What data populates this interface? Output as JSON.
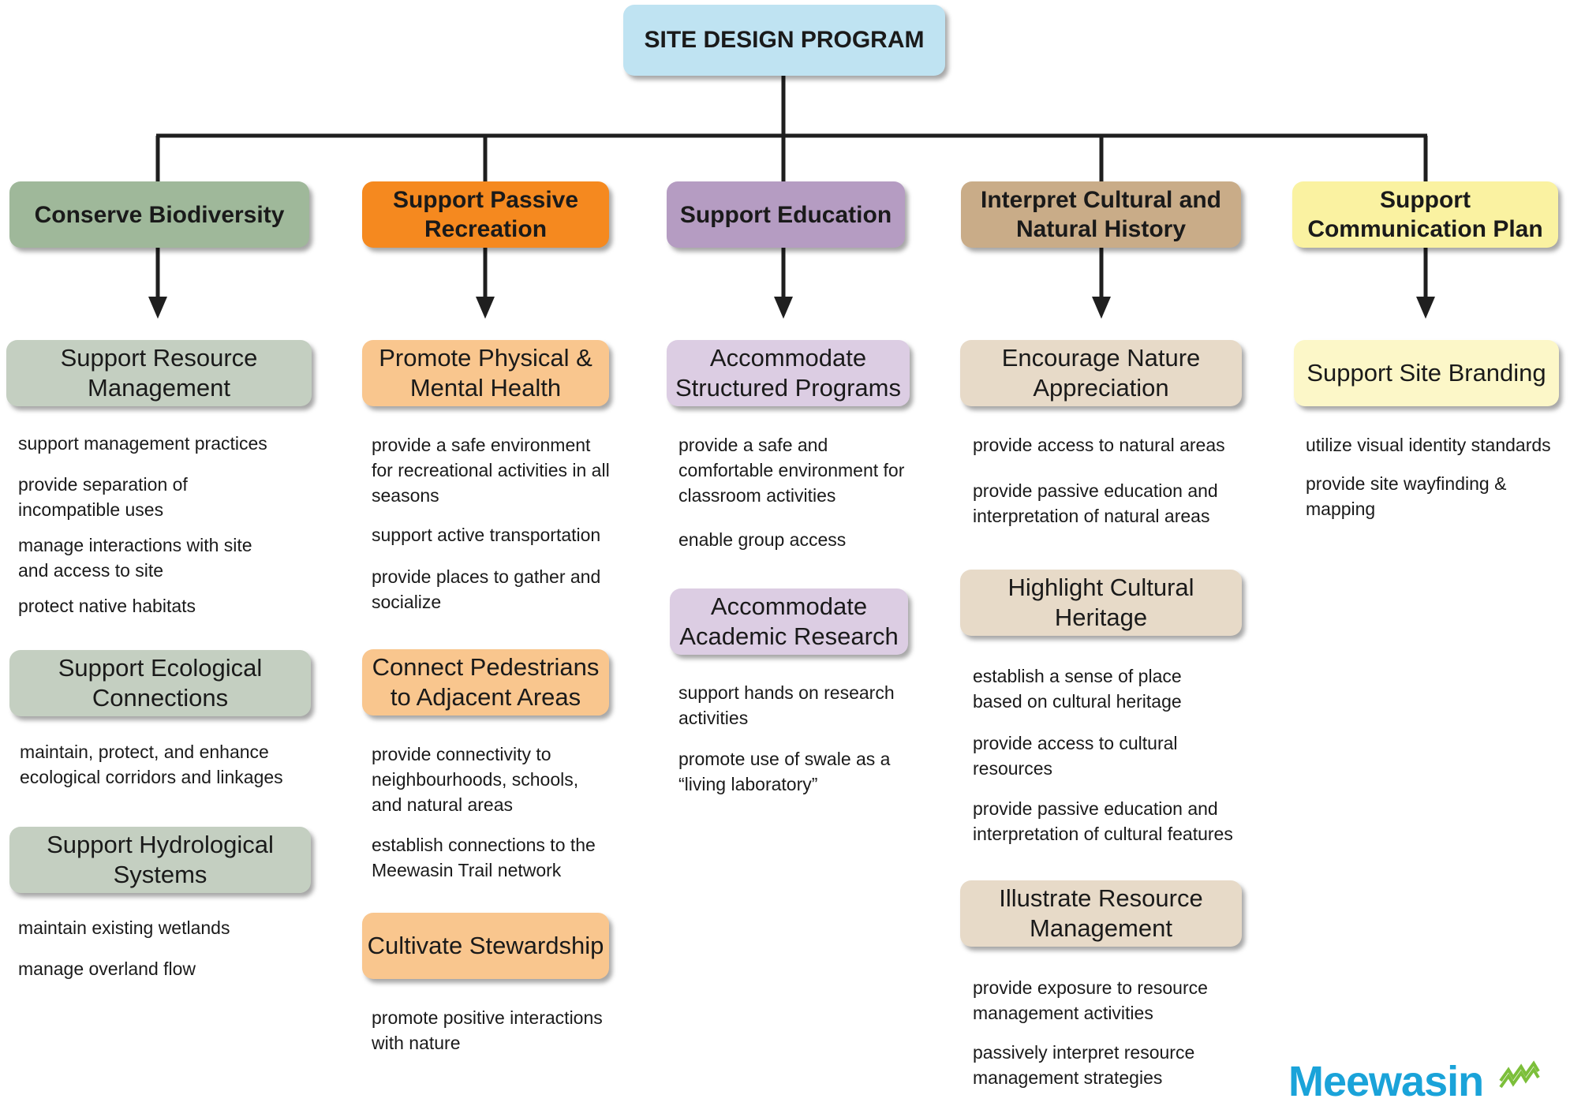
{
  "root": {
    "label": "SITE DESIGN PROGRAM",
    "color": "#bfe3f2"
  },
  "columns": [
    {
      "label": "Conserve Biodiversity",
      "color": "#9fb89a",
      "sub_color": "#c4cfc1",
      "goals": [
        {
          "label": "Support Resource Management",
          "items": [
            "support management practices",
            "provide separation of incompatible uses",
            "manage interactions with site and access to site",
            "protect native habitats"
          ]
        },
        {
          "label": "Support Ecological Connections",
          "items": [
            "maintain, protect, and enhance ecological corridors and linkages"
          ]
        },
        {
          "label": "Support Hydrological Systems",
          "items": [
            "maintain existing wetlands",
            "manage overland flow"
          ]
        }
      ]
    },
    {
      "label": "Support Passive Recreation",
      "color": "#f5891f",
      "sub_color": "#f9c68e",
      "goals": [
        {
          "label": "Promote Physical & Mental Health",
          "items": [
            "provide a safe environment for recreational activities in all seasons",
            "support active transportation",
            "provide places to gather and socialize"
          ]
        },
        {
          "label": "Connect Pedestrians to Adjacent Areas",
          "items": [
            "provide connectivity to neighbourhoods, schools, and natural areas",
            "establish connections to the Meewasin Trail network"
          ]
        },
        {
          "label": "Cultivate Stewardship",
          "items": [
            "promote positive interactions with nature"
          ]
        }
      ]
    },
    {
      "label": "Support Education",
      "color": "#b59cc2",
      "sub_color": "#dccde3",
      "goals": [
        {
          "label": "Accommodate Structured Programs",
          "items": [
            "provide a safe and comfortable environment for classroom activities",
            "enable group access"
          ]
        },
        {
          "label": "Accommodate Academic Research",
          "items": [
            "support hands on research activities",
            "promote use of swale as a “living laboratory”"
          ]
        }
      ]
    },
    {
      "label": "Interpret Cultural and Natural History",
      "color": "#c9ac88",
      "sub_color": "#e7dac8",
      "goals": [
        {
          "label": "Encourage Nature Appreciation",
          "items": [
            "provide access to natural areas",
            "provide passive education and interpretation of natural areas"
          ]
        },
        {
          "label": "Highlight Cultural Heritage",
          "items": [
            "establish a sense of place based on cultural heritage",
            "provide access to cultural resources",
            "provide passive education and interpretation of cultural features"
          ]
        },
        {
          "label": "Illustrate Resource Management",
          "items": [
            "provide exposure to resource management activities",
            "passively interpret resource management strategies"
          ]
        }
      ]
    },
    {
      "label": "Support Communication Plan",
      "color": "#faf2a1",
      "sub_color": "#fcf7c8",
      "goals": [
        {
          "label": "Support Site Branding",
          "items": [
            "utilize visual identity standards",
            "provide site wayfinding & mapping"
          ]
        }
      ]
    }
  ],
  "logo": {
    "text": "Meewasin",
    "color": "#1aa3d9",
    "icon": "wave-logo-icon"
  },
  "line_color": "#1f1f1f"
}
